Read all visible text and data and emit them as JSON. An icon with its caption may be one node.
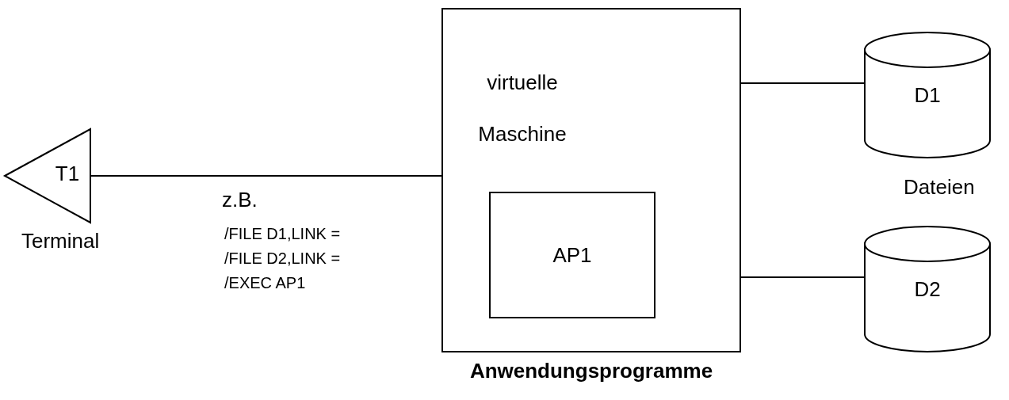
{
  "diagram": {
    "nodes": [
      {
        "text": [
          "T1"
        ],
        "beside": [
          "Terminal"
        ]
      },
      {
        "text": [
          "virtuelle Maschine"
        ],
        "beside": [
          "Anwendungsprogramme"
        ]
      },
      {
        "text": [
          "AP1"
        ],
        "in": 1
      },
      {
        "text": [
          "D1"
        ]
      },
      {
        "text": [
          "D2"
        ]
      }
    ],
    "edges": [
      {
        "from": 0,
        "to": 1,
        "arrow": "none"
      },
      {
        "from": 1,
        "to": 3,
        "arrow": "none"
      },
      {
        "from": 1,
        "to": 4,
        "arrow": "none"
      }
    ],
    "labels": [
      "z.B.",
      "/FILE D1,LINK =",
      "/FILE D2,LINK =",
      "/EXEC AP1",
      "Dateien"
    ]
  }
}
